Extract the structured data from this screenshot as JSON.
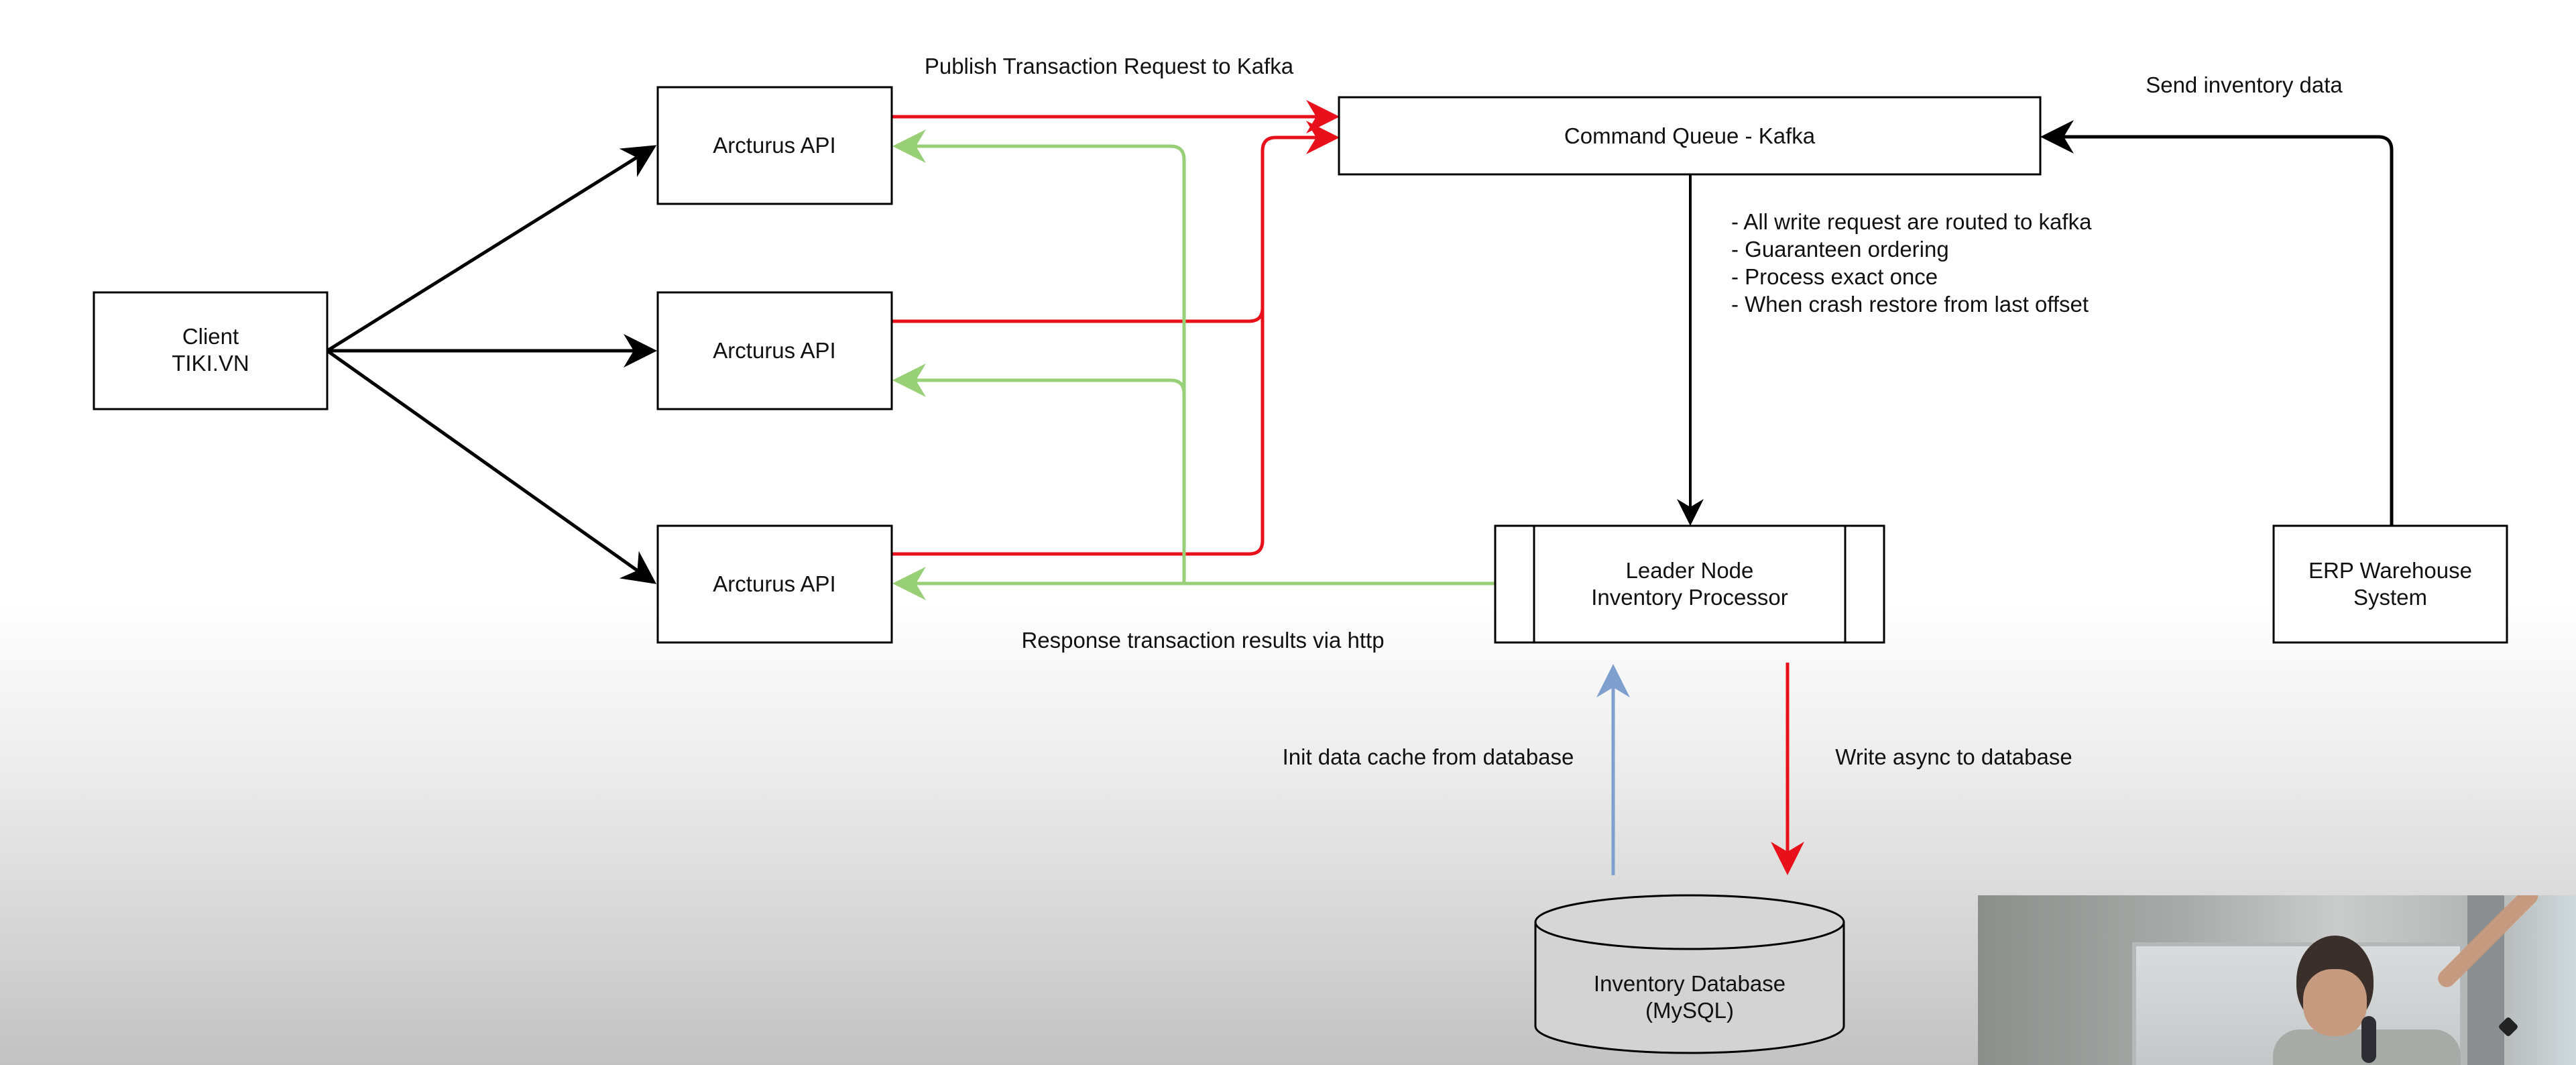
{
  "nodes": {
    "client": {
      "line1": "Client",
      "line2": "TIKI.VN"
    },
    "api_1": {
      "label": "Arcturus API"
    },
    "api_2": {
      "label": "Arcturus API"
    },
    "api_3": {
      "label": "Arcturus API"
    },
    "command_queue": {
      "label": "Command Queue - Kafka"
    },
    "leader_node": {
      "line1": "Leader Node",
      "line2": "Inventory Processor"
    },
    "erp": {
      "line1": "ERP Warehouse",
      "line2": "System"
    },
    "database": {
      "line1": "Inventory Database",
      "line2": "(MySQL)"
    }
  },
  "labels": {
    "publish": "Publish Transaction Request to Kafka",
    "send_inventory": "Send inventory data",
    "response": "Response transaction results via http",
    "init_cache": "Init data cache from database",
    "write_async": "Write async to database"
  },
  "kafka_notes": [
    "- All write request are routed to kafka",
    "- Guaranteen ordering",
    "- Process exact once",
    "- When crash restore from last offset"
  ],
  "colors": {
    "request": "#e8101a",
    "response": "#97d077",
    "init": "#7f9fcf",
    "default": "#000000"
  },
  "video_overlay": {
    "description": "presenter-webcam"
  }
}
